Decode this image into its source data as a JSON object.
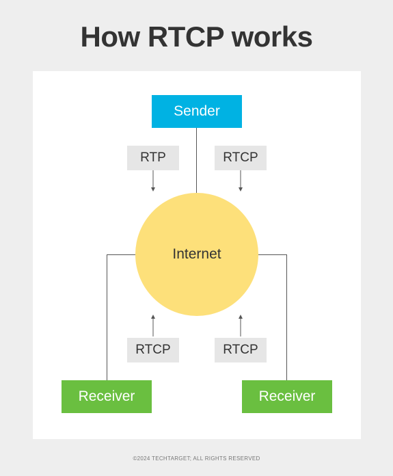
{
  "title": "How RTCP works",
  "nodes": {
    "sender": "Sender",
    "internet": "Internet",
    "receiver_left": "Receiver",
    "receiver_right": "Receiver"
  },
  "labels": {
    "top_left": "RTP",
    "top_right": "RTCP",
    "bottom_left": "RTCP",
    "bottom_right": "RTCP"
  },
  "footer": "©2024 TECHTARGET; ALL RIGHTS RESERVED",
  "colors": {
    "sender": "#00b2e3",
    "receiver": "#6abf40",
    "internet": "#fde07a",
    "label_bg": "#e6e6e6"
  }
}
